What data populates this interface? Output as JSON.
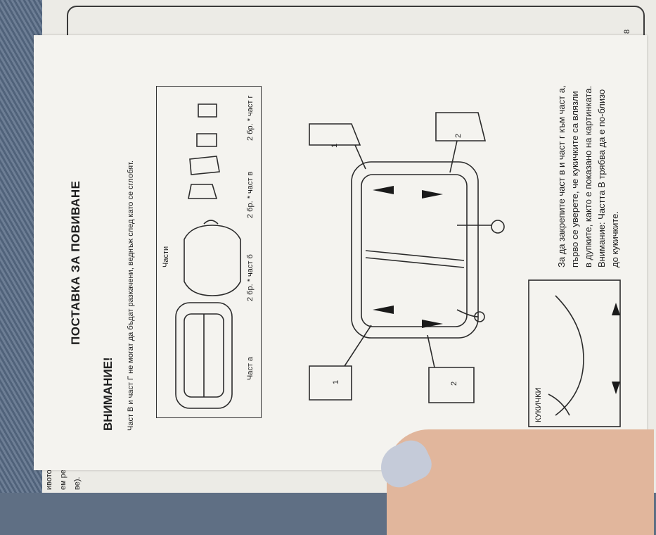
{
  "under_page": {
    "page_number_fragment": "8",
    "edge_lines": [
      "ивото за см",
      "ем репсите",
      "ве)."
    ]
  },
  "sheet": {
    "title": "ПОСТАВКА ЗА ПОВИВАНЕ",
    "warning_heading": "ВНИМАНИЕ!",
    "warning_text": "Част В и част Г не могат да бъдат разкачени, веднъж след като се сглобят.",
    "parts_box": {
      "heading": "Части",
      "labels": [
        "Част а",
        "2 бр. * част б",
        "2 бр. * част в",
        "2 бр. * част г"
      ]
    },
    "diagram_labels": {
      "callout_numbers": [
        "1",
        "2",
        "1",
        "2"
      ]
    },
    "detail_box": {
      "label": "КУКИЧКИ"
    },
    "instructions": [
      "За да закрепите част в и част г към част а,",
      "първо се уверете, че кукичките са влязли",
      "в дупките, както е показано на картинката.",
      "Внимание: Частта В трябва да е по-близо",
      "до кукичките."
    ]
  }
}
